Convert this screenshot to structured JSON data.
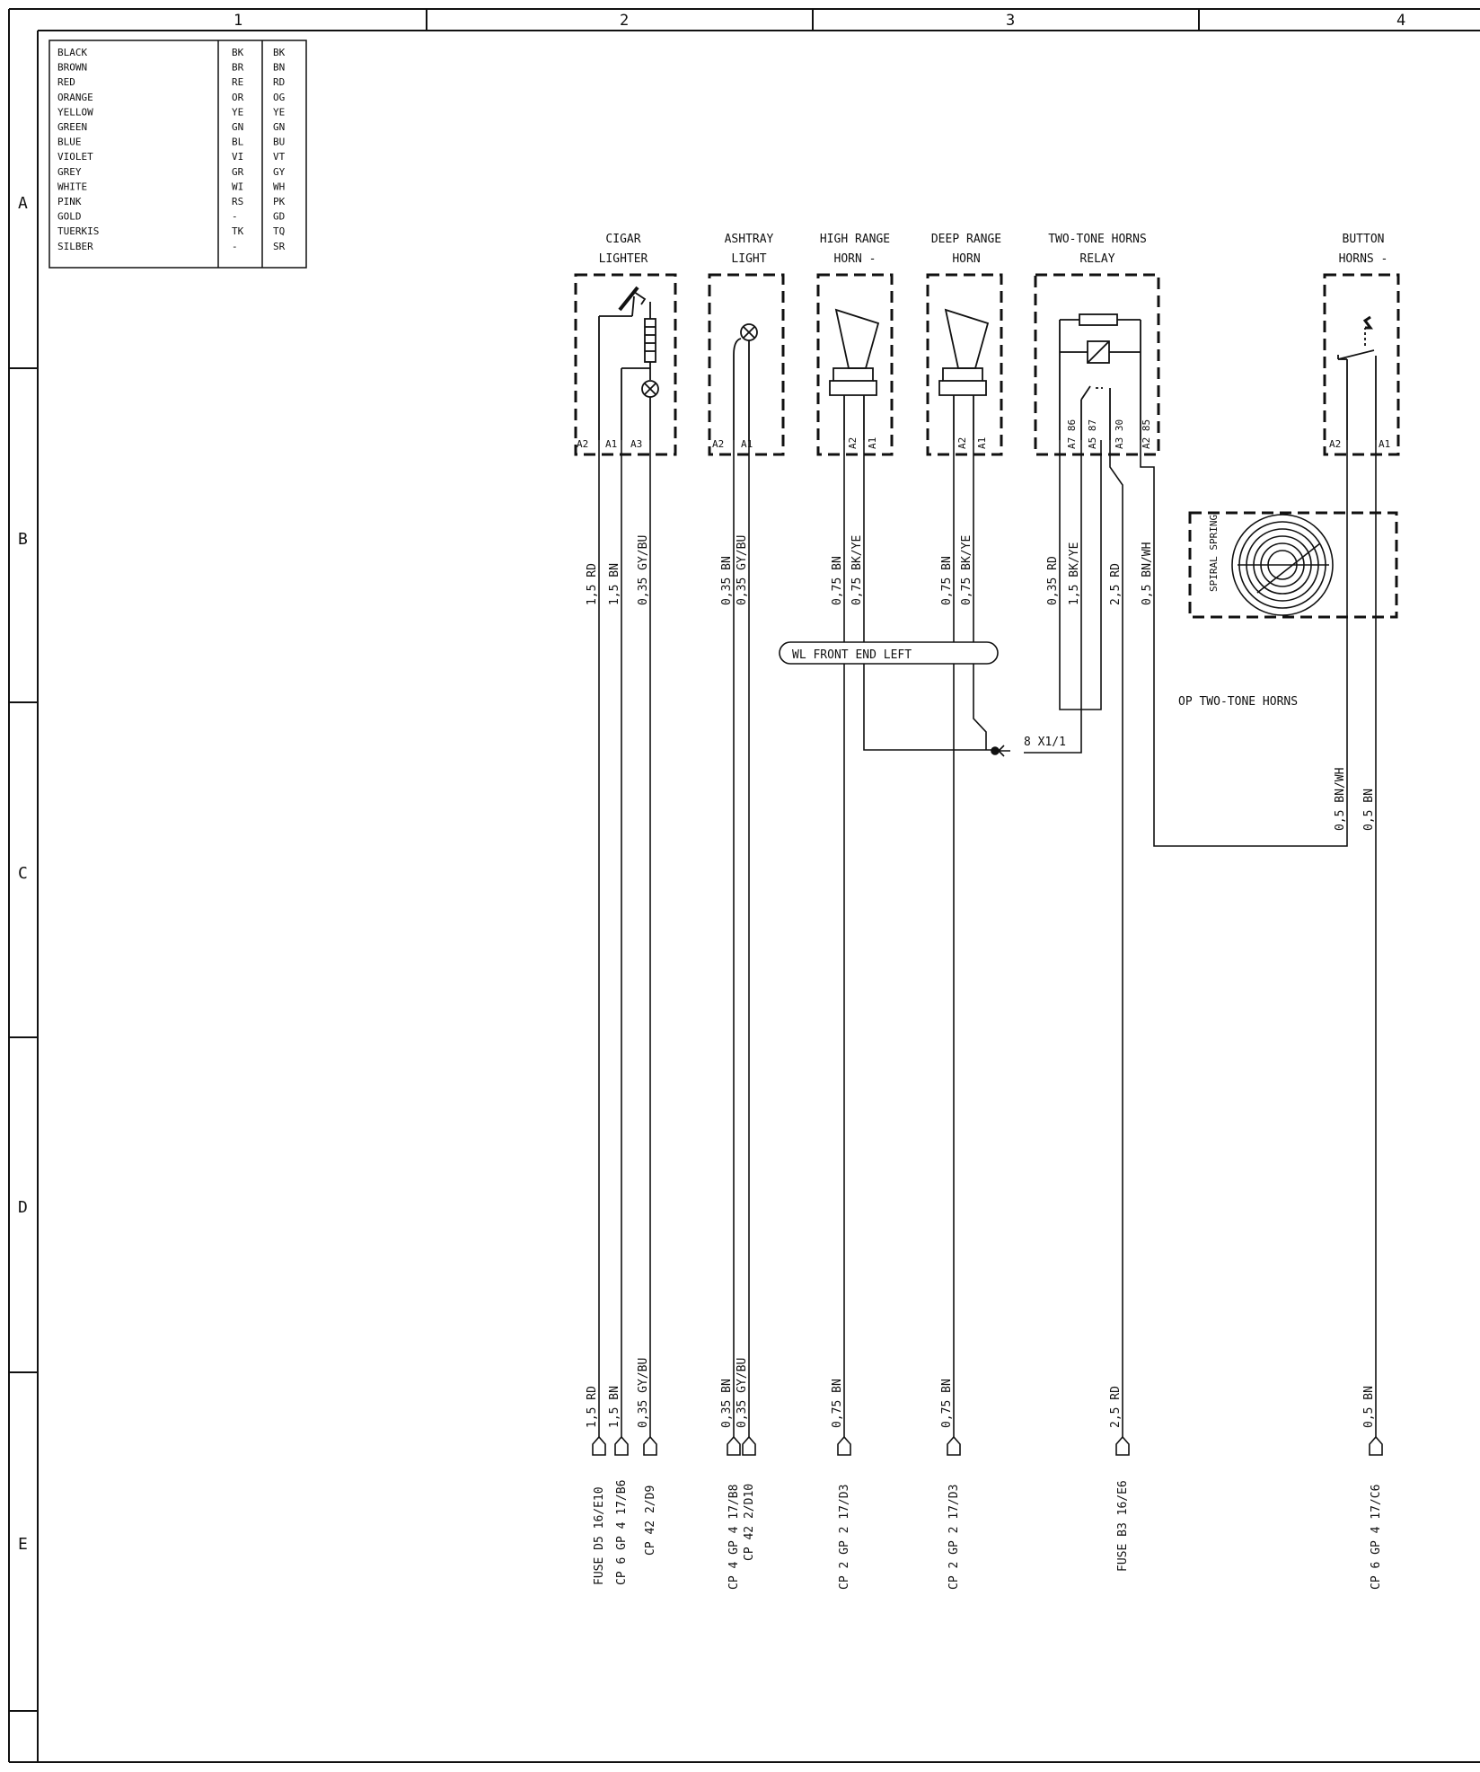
{
  "frame": {
    "columns": [
      "1",
      "2",
      "3",
      "4"
    ],
    "rows": [
      "A",
      "B",
      "C",
      "D",
      "E"
    ]
  },
  "legend": [
    {
      "name": "BLACK",
      "a": "BK",
      "b": "BK"
    },
    {
      "name": "BROWN",
      "a": "BR",
      "b": "BN"
    },
    {
      "name": "RED",
      "a": "RE",
      "b": "RD"
    },
    {
      "name": "ORANGE",
      "a": "OR",
      "b": "OG"
    },
    {
      "name": "YELLOW",
      "a": "YE",
      "b": "YE"
    },
    {
      "name": "GREEN",
      "a": "GN",
      "b": "GN"
    },
    {
      "name": "BLUE",
      "a": "BL",
      "b": "BU"
    },
    {
      "name": "VIOLET",
      "a": "VI",
      "b": "VT"
    },
    {
      "name": "GREY",
      "a": "GR",
      "b": "GY"
    },
    {
      "name": "WHITE",
      "a": "WI",
      "b": "WH"
    },
    {
      "name": "PINK",
      "a": "RS",
      "b": "PK"
    },
    {
      "name": "GOLD",
      "a": "-",
      "b": "GD"
    },
    {
      "name": "TUERKIS",
      "a": "TK",
      "b": "TQ"
    },
    {
      "name": "SILBER",
      "a": "-",
      "b": "SR"
    }
  ],
  "components": {
    "cigar": {
      "line1": "CIGAR",
      "line2": "LIGHTER",
      "pins": [
        "A2",
        "A1",
        "A3"
      ]
    },
    "ashtray": {
      "line1": "ASHTRAY",
      "line2": "LIGHT",
      "pins": [
        "A2",
        "A1"
      ]
    },
    "highhorn": {
      "line1": "HIGH RANGE",
      "line2": "HORN -",
      "pins": [
        "A2",
        "A1"
      ]
    },
    "deephorn": {
      "line1": "DEEP RANGE",
      "line2": "HORN",
      "pins": [
        "A2",
        "A1"
      ]
    },
    "relay": {
      "line1": "TWO-TONE HORNS",
      "line2": "RELAY",
      "pins": [
        "A7 86",
        "A5 87",
        "A3 30",
        "A2 85"
      ]
    },
    "button": {
      "line1": "BUTTON",
      "line2": "HORNS -",
      "pins": [
        "A2",
        "A1"
      ]
    },
    "spiral": {
      "label": "SPIRAL SPRING"
    }
  },
  "wires_upper": [
    "1,5 RD",
    "1,5 BN",
    "0,35 GY/BU",
    "0,35 BN",
    "0,35 GY/BU",
    "0,75 BN",
    "0,75 BK/YE",
    "0,75 BN",
    "0,75 BK/YE",
    "0,35 RD",
    "1,5 BK/YE",
    "2,5 RD",
    "0,5 BN/WH"
  ],
  "wires_lower": [
    "1,5 RD",
    "1,5 BN",
    "0,35 GY/BU",
    "0,35 BN",
    "0,35 GY/BU",
    "0,75 BN",
    "0,75 BN",
    "2,5 RD",
    "0,5 BN"
  ],
  "wires_button": [
    "0,5 BN/WH",
    "0,5 BN"
  ],
  "labels": {
    "harness": "WL FRONT END LEFT",
    "ground": "8 X1/1",
    "option": "OP TWO-TONE HORNS"
  },
  "destinations": [
    "FUSE D5 16/E10",
    "CP 6 GP 4 17/B6",
    "CP 42 2/D9",
    "CP 4 GP 4 17/B8",
    "CP 42 2/D10",
    "CP 2 GP 2 17/D3",
    "CP 2 GP 2 17/D3",
    "FUSE B3 16/E6",
    "CP 6 GP 4 17/C6"
  ]
}
